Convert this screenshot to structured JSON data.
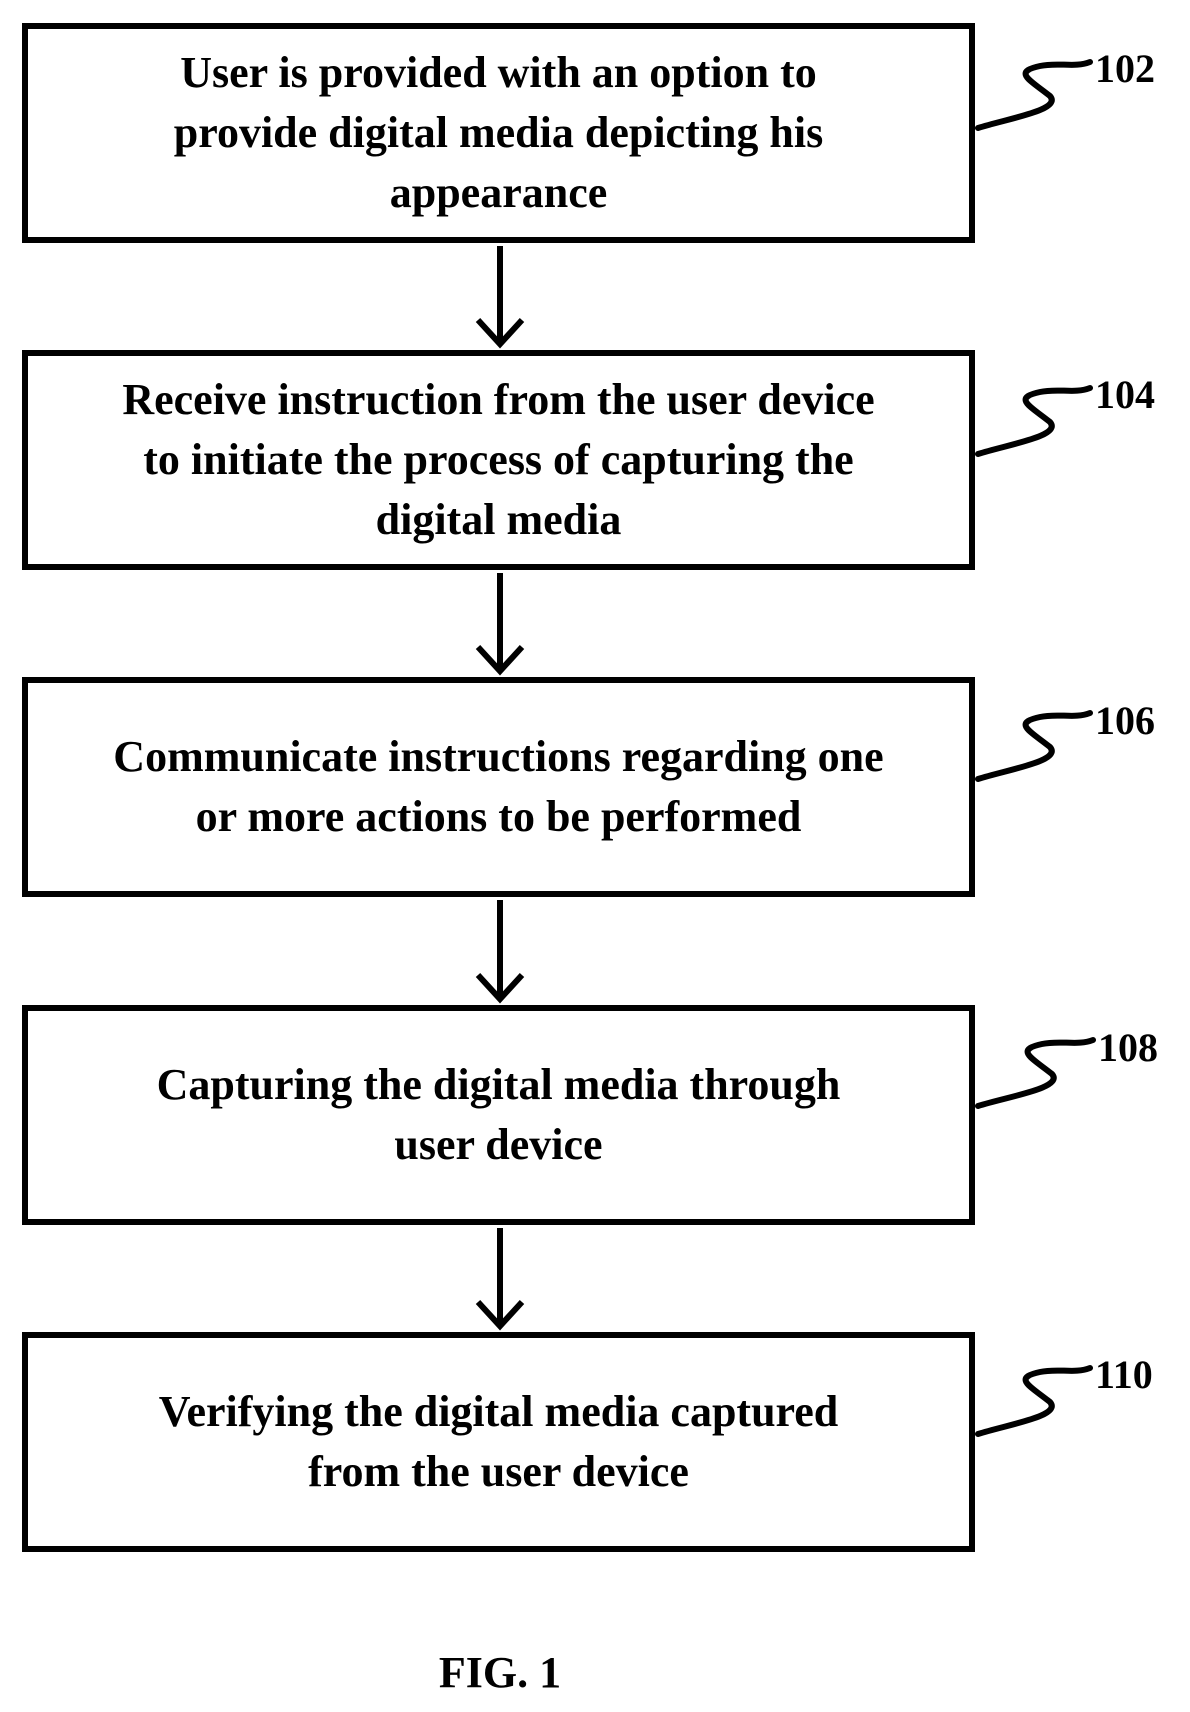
{
  "steps": [
    {
      "ref": "102",
      "text": "User is provided with an option to\nprovide digital media depicting his\nappearance"
    },
    {
      "ref": "104",
      "text": "Receive instruction from the user device\nto initiate the process of capturing the\ndigital media"
    },
    {
      "ref": "106",
      "text": "Communicate instructions regarding one\nor more actions to be performed"
    },
    {
      "ref": "108",
      "text": "Capturing the digital media through\nuser device"
    },
    {
      "ref": "110",
      "text": "Verifying the digital media captured\nfrom the user device"
    }
  ],
  "caption": "FIG. 1"
}
